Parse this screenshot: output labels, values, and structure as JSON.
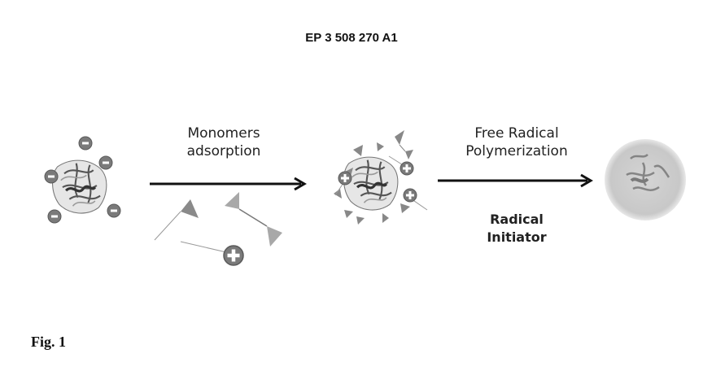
{
  "header": {
    "patent_number": "EP 3 508 270 A1"
  },
  "figure": {
    "caption": "Fig. 1"
  },
  "steps": [
    {
      "line1": "Monomers",
      "line2": "adsorption"
    },
    {
      "line1": "Free Radical",
      "line2": "Polymerization"
    }
  ],
  "reagent": {
    "line1": "Radical",
    "line2": "Initiator"
  },
  "entities": {
    "protein": "protein",
    "negative_charge": "negative-charge",
    "positive_charge": "positive-charge",
    "monomer": "monomer",
    "nanocapsule": "polymer-shell-nanocapsule"
  }
}
